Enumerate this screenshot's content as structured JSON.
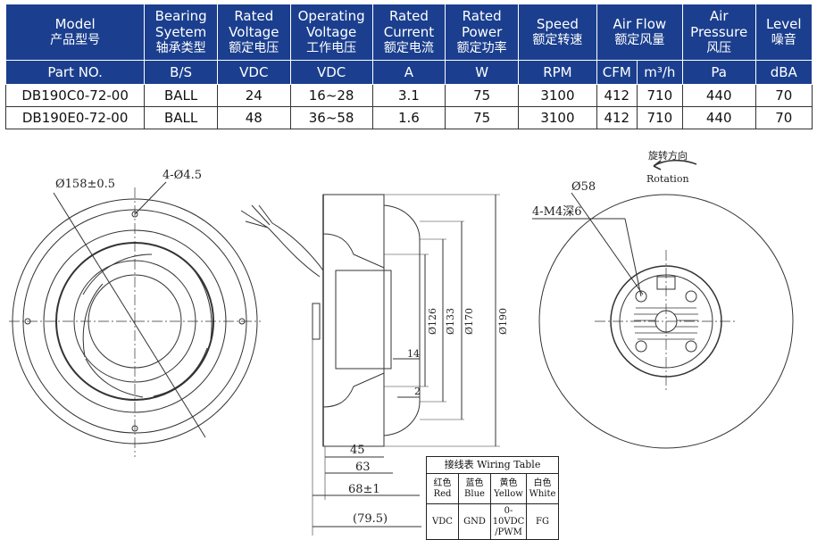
{
  "table": {
    "headers": [
      {
        "en": "Model",
        "zh": "产品型号"
      },
      {
        "en": "Bearing Syetem",
        "zh": "轴承类型"
      },
      {
        "en": "Rated Voltage",
        "zh": "额定电压"
      },
      {
        "en": "Operating Voltage",
        "zh": "工作电压"
      },
      {
        "en": "Rated Current",
        "zh": "额定电流"
      },
      {
        "en": "Rated Power",
        "zh": "额定功率"
      },
      {
        "en": "Speed",
        "zh": "额定转速"
      },
      {
        "en": "Air Flow",
        "zh": "额定风量"
      },
      {
        "en": "Air Pressure",
        "zh": "风压"
      },
      {
        "en": "Level",
        "zh": "噪音"
      }
    ],
    "units": [
      "Part NO.",
      "B/S",
      "VDC",
      "VDC",
      "A",
      "W",
      "RPM",
      "CFM",
      "m³/h",
      "Pa",
      "dBA"
    ],
    "rows": [
      [
        "DB190C0-72-00",
        "BALL",
        "24",
        "16~28",
        "3.1",
        "75",
        "3100",
        "412",
        "710",
        "440",
        "70"
      ],
      [
        "DB190E0-72-00",
        "BALL",
        "48",
        "36~58",
        "1.6",
        "75",
        "3100",
        "412",
        "710",
        "440",
        "70"
      ]
    ]
  },
  "drawing": {
    "front": {
      "dia_label": "Ø158±0.5",
      "holes_label": "4-Ø4.5"
    },
    "side": {
      "d126": "Ø126",
      "d133": "Ø133",
      "d170": "Ø170",
      "d190": "Ø190",
      "dim14": "14",
      "dim2": "2",
      "dim45": "45",
      "dim63": "63",
      "dim68": "68±1",
      "dim79": "(79.5)"
    },
    "rear": {
      "rotation_zh": "旋转方向",
      "rotation_en": "Rotation",
      "d58": "Ø58",
      "holes": "4-M4深6"
    }
  },
  "wiring": {
    "title": "接线表 Wiring Table",
    "colors": [
      {
        "zh": "红色",
        "en": "Red",
        "func": "VDC"
      },
      {
        "zh": "蓝色",
        "en": "Blue",
        "func": "GND"
      },
      {
        "zh": "黄色",
        "en": "Yellow",
        "func": "0-10VDC /PWM"
      },
      {
        "zh": "白色",
        "en": "White",
        "func": "FG"
      }
    ]
  }
}
